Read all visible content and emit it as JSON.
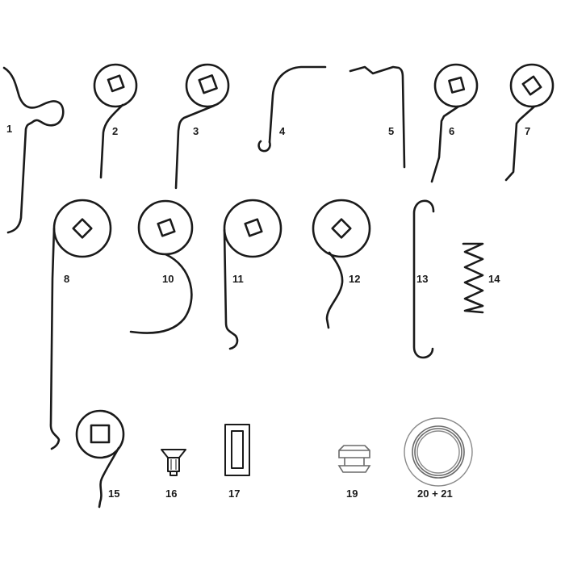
{
  "diagram": {
    "type": "parts-diagram",
    "description": "Exploded parts set: springs, clips, grommets",
    "parts": [
      {
        "id": "1",
        "label": "1",
        "kind": "wire-clip"
      },
      {
        "id": "2",
        "label": "2",
        "kind": "torsion-spring-square-hub"
      },
      {
        "id": "3",
        "label": "3",
        "kind": "torsion-spring-square-hub"
      },
      {
        "id": "4",
        "label": "4",
        "kind": "hook-wire"
      },
      {
        "id": "5",
        "label": "5",
        "kind": "bent-wire"
      },
      {
        "id": "6",
        "label": "6",
        "kind": "torsion-spring-square-hub"
      },
      {
        "id": "7",
        "label": "7",
        "kind": "torsion-spring-square-hub"
      },
      {
        "id": "8",
        "label": "8",
        "kind": "long-leg-torsion-spring"
      },
      {
        "id": "10",
        "label": "10",
        "kind": "curved-leg-torsion-spring"
      },
      {
        "id": "11",
        "label": "11",
        "kind": "hooked-leg-torsion-spring"
      },
      {
        "id": "12",
        "label": "12",
        "kind": "s-leg-torsion-spring"
      },
      {
        "id": "13",
        "label": "13",
        "kind": "c-clip-wire"
      },
      {
        "id": "14",
        "label": "14",
        "kind": "compression-spring"
      },
      {
        "id": "15",
        "label": "15",
        "kind": "torsion-spring-square-hub"
      },
      {
        "id": "16",
        "label": "16",
        "kind": "push-rivet"
      },
      {
        "id": "17",
        "label": "17",
        "kind": "rectangular-bushing"
      },
      {
        "id": "19",
        "label": "19",
        "kind": "grommet-plug"
      },
      {
        "id": "20+21",
        "label": "20 + 21",
        "kind": "ring-grommet"
      }
    ]
  },
  "colors": {
    "ink": "#1a1a1a",
    "grey_line": "#6a6a6a",
    "background": "#ffffff"
  }
}
